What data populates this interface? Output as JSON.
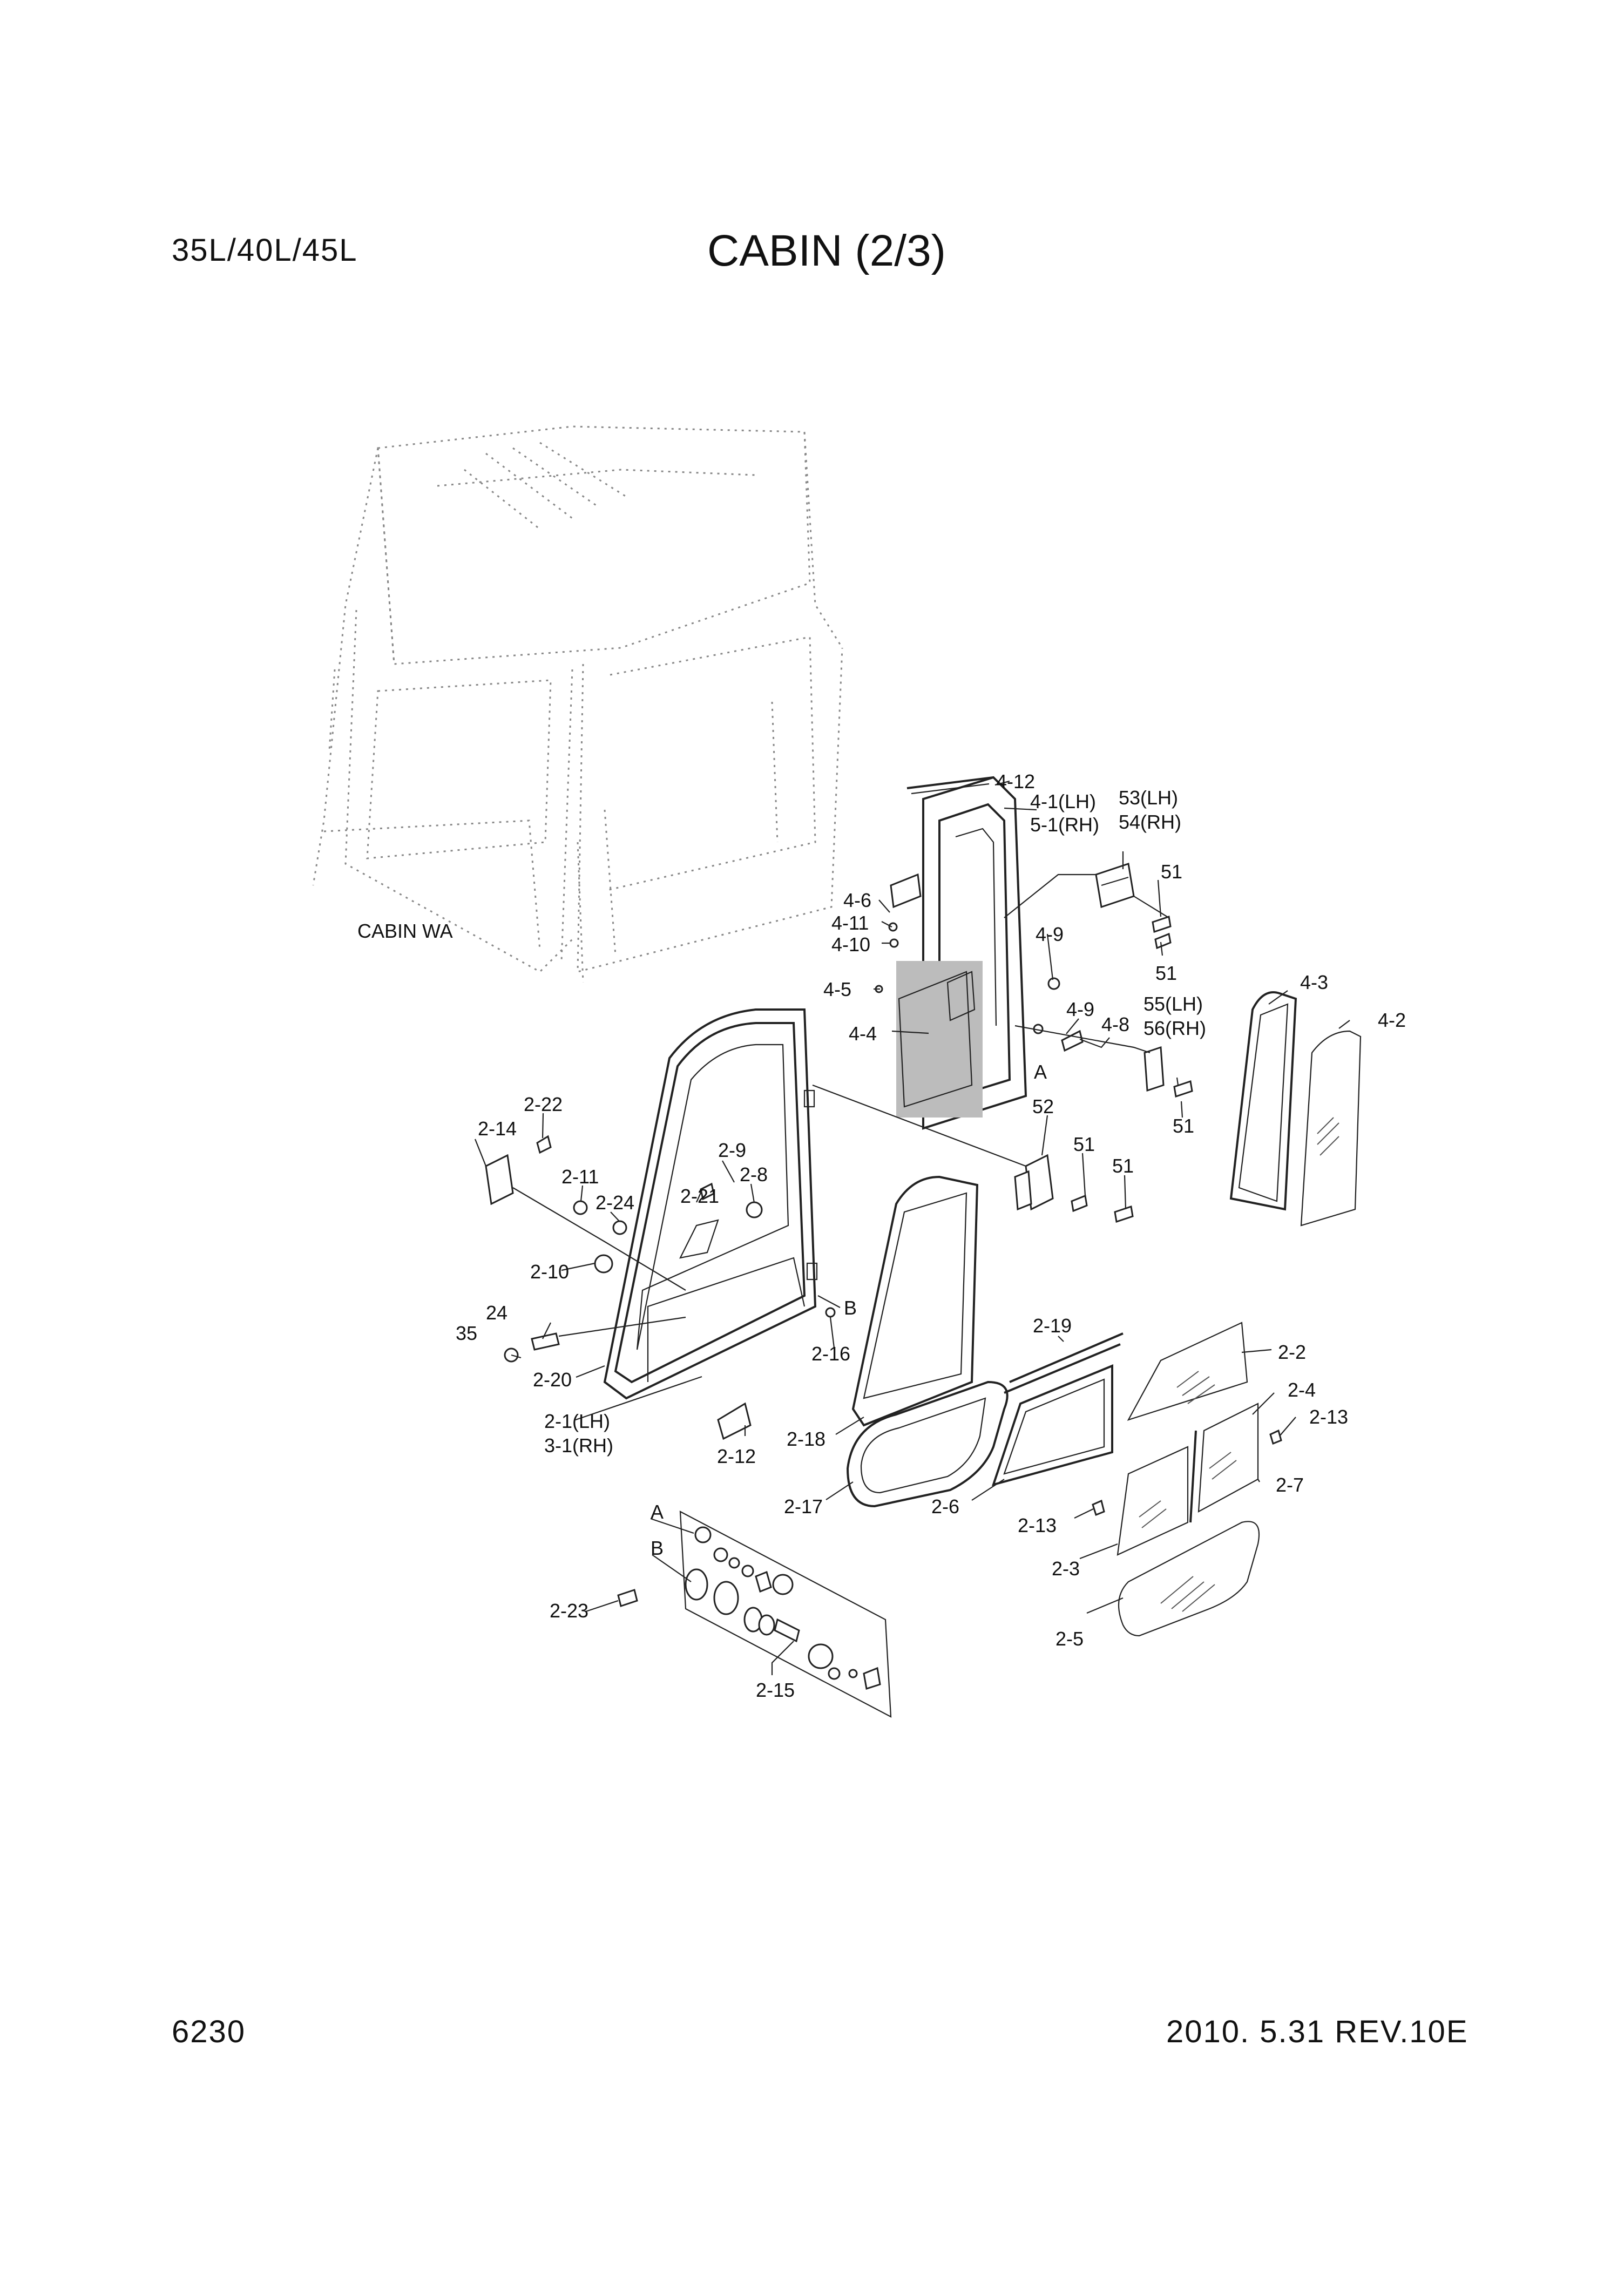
{
  "header": {
    "model": "35L/40L/45L",
    "title": "CABIN (2/3)"
  },
  "footer": {
    "page_number": "6230",
    "revision": "2010. 5.31  REV.10E"
  },
  "diagram": {
    "callouts": {
      "cabin_wa": "CABIN WA",
      "c4_12": "4-12",
      "c4_1": "4-1(LH)",
      "c5_1": "5-1(RH)",
      "c53": "53(LH)",
      "c54": "54(RH)",
      "c51a": "51",
      "c51b": "51",
      "c4_6": "4-6",
      "c4_11": "4-11",
      "c4_10": "4-10",
      "c4_9a": "4-9",
      "c4_5": "4-5",
      "c4_9b": "4-9",
      "c4_8": "4-8",
      "c55": "55(LH)",
      "c56": "56(RH)",
      "c4_4": "4-4",
      "cA1": "A",
      "c51c": "51",
      "c4_3": "4-3",
      "c4_2": "4-2",
      "c52": "52",
      "c51d": "51",
      "c51e": "51",
      "c2_22": "2-22",
      "c2_14": "2-14",
      "c2_11": "2-11",
      "c2_9": "2-9",
      "c2_8": "2-8",
      "c2_24": "2-24",
      "c2_21": "2-21",
      "c2_10": "2-10",
      "c24": "24",
      "c35": "35",
      "cB1": "B",
      "c2_16": "2-16",
      "c2_20": "2-20",
      "c2_1": "2-1(LH)",
      "c3_1": "3-1(RH)",
      "c2_12": "2-12",
      "c2_19": "2-19",
      "c2_2": "2-2",
      "c2_4": "2-4",
      "c2_13a": "2-13",
      "c2_18": "2-18",
      "c2_7": "2-7",
      "c2_17": "2-17",
      "c2_6": "2-6",
      "c2_13b": "2-13",
      "c2_3": "2-3",
      "cA2": "A",
      "cB2": "B",
      "c2_23": "2-23",
      "c2_5": "2-5",
      "c2_15": "2-15"
    }
  }
}
